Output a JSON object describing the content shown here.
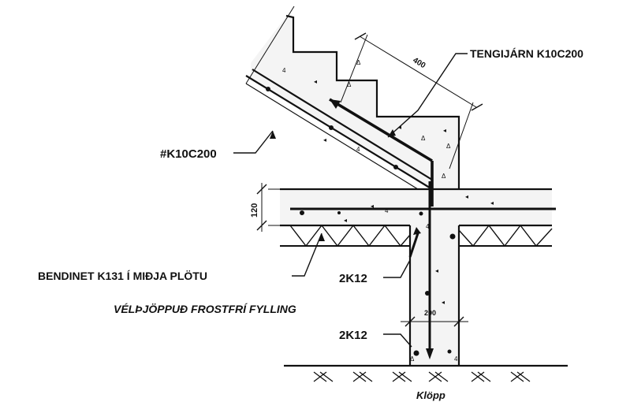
{
  "labels": {
    "tengijarn": "TENGIJÁRN K10C200",
    "dim400": "400",
    "k10c200": "#K10C200",
    "dim120": "120",
    "bendinet": "BENDINET K131 Í MIÐJA PLÖTU",
    "twoK12_upper": "2K12",
    "fylling": "VÉLÞJÖPPUÐ FROSTFRÍ FYLLING",
    "dim200": "200",
    "twoK12_lower": "2K12",
    "klopp": "Klöpp"
  },
  "colors": {
    "ink": "#111111",
    "background": "#ffffff"
  }
}
